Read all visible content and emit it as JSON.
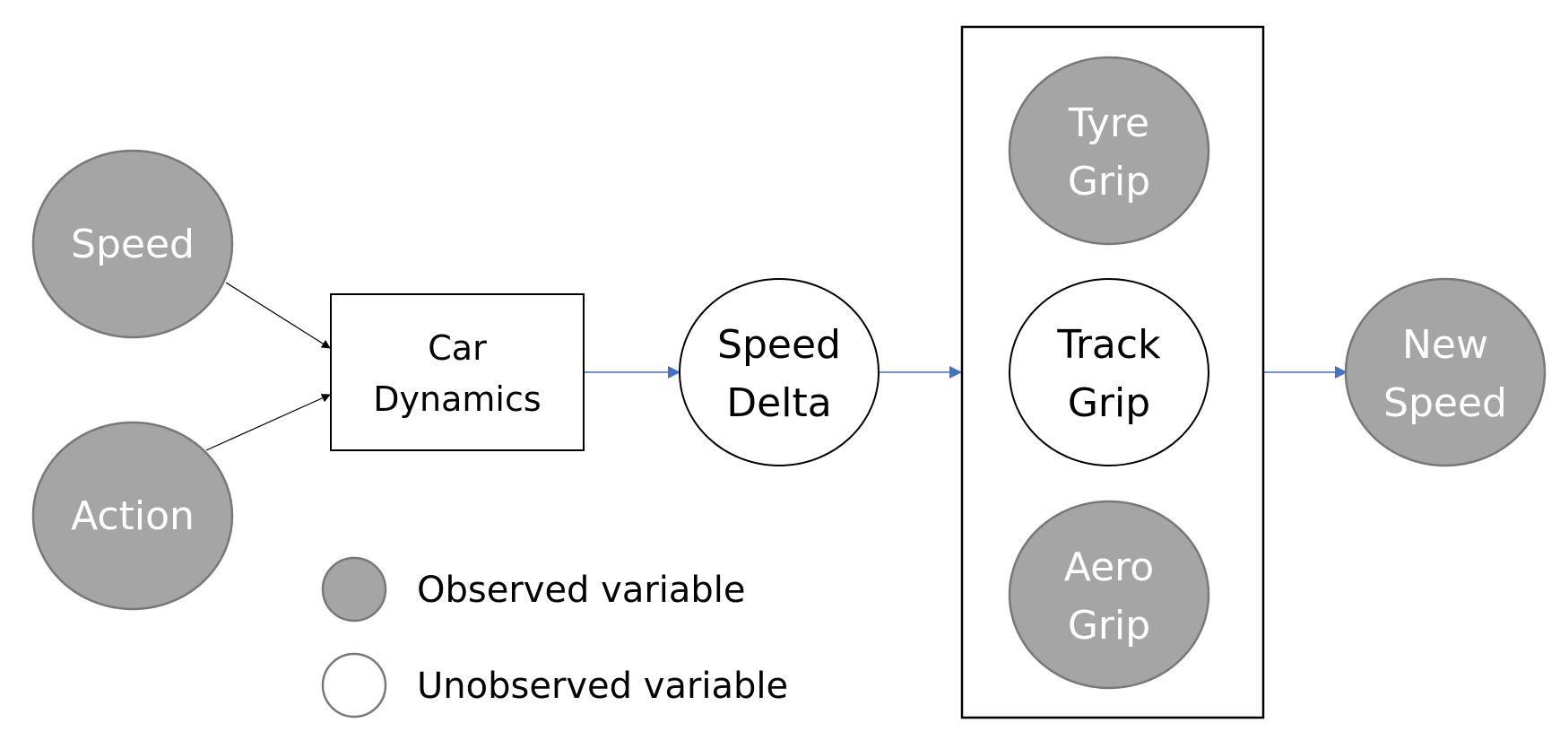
{
  "colors": {
    "observed_fill": "#a5a5a5",
    "observed_stroke": "#787878",
    "unobserved_fill": "#ffffff",
    "unobserved_stroke": "#000000",
    "arrow_blue": "#4472c4",
    "arrow_black": "#000000"
  },
  "nodes": {
    "speed": {
      "line1": "Speed"
    },
    "action": {
      "line1": "Action"
    },
    "car_dynamics": {
      "line1": "Car",
      "line2": "Dynamics"
    },
    "speed_delta": {
      "line1": "Speed",
      "line2": "Delta"
    },
    "tyre_grip": {
      "line1": "Tyre",
      "line2": "Grip"
    },
    "track_grip": {
      "line1": "Track",
      "line2": "Grip"
    },
    "aero_grip": {
      "line1": "Aero",
      "line2": "Grip"
    },
    "new_speed": {
      "line1": "New",
      "line2": "Speed"
    }
  },
  "legend": {
    "observed_label": "Observed variable",
    "unobserved_label": "Unobserved variable"
  }
}
